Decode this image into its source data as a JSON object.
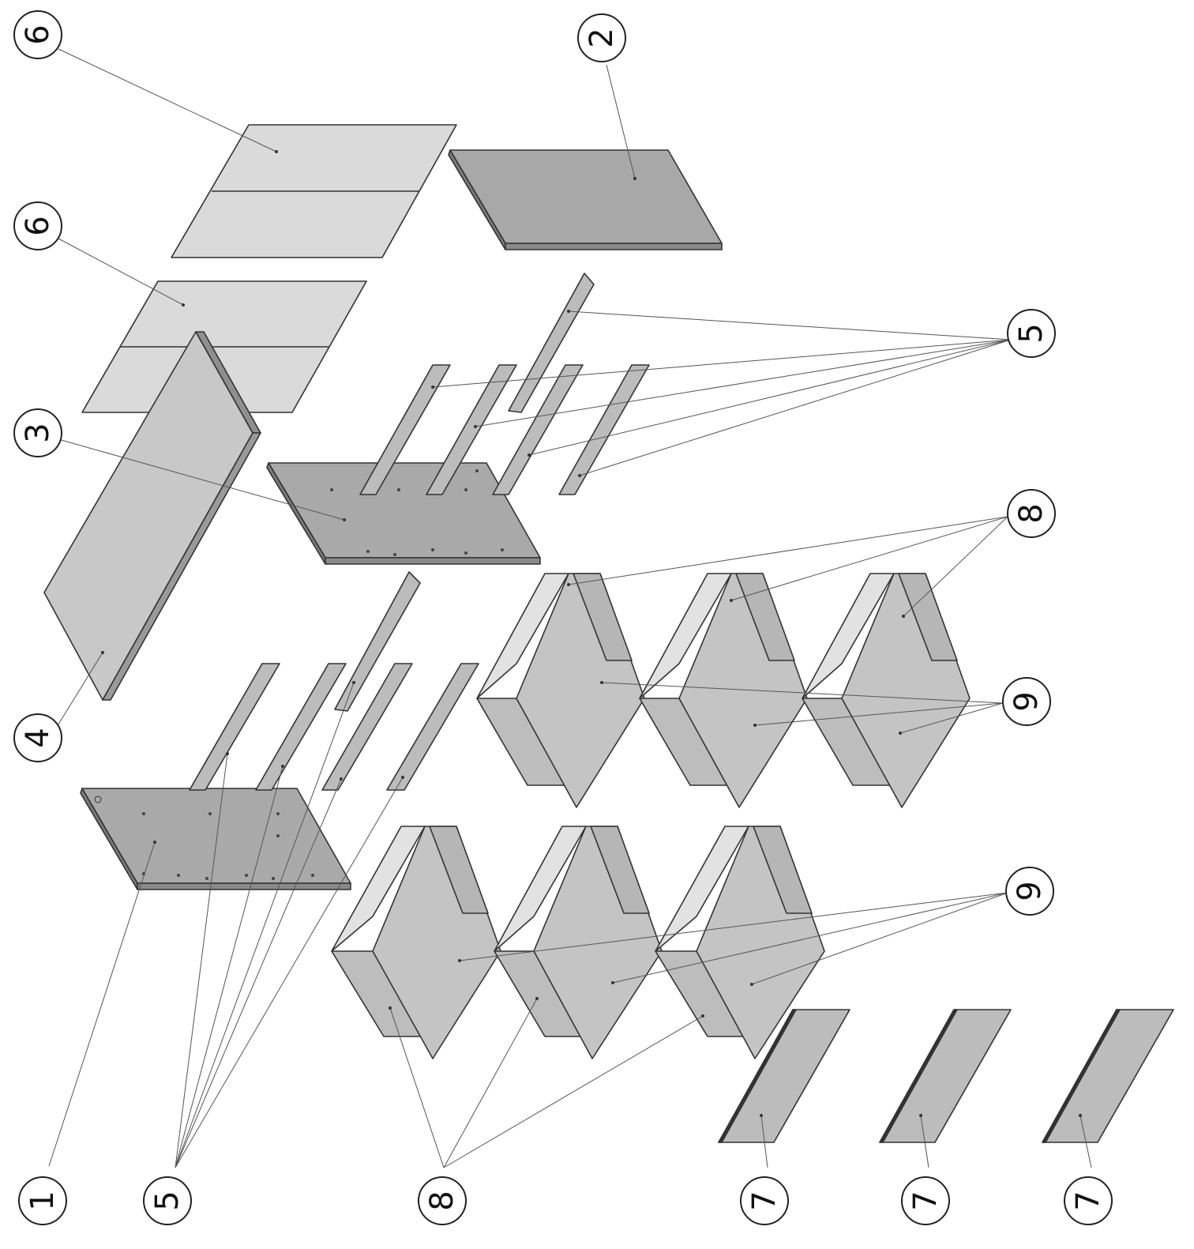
{
  "labels": {
    "part_1": "1",
    "part_2": "2",
    "part_3": "3",
    "part_4": "4",
    "part_5": "5",
    "part_6": "6",
    "part_7": "7",
    "part_8": "8",
    "part_9": "9"
  },
  "colors": {
    "light_panel": "#d9d9d9",
    "mid_panel": "#bdbdbd",
    "dark_panel": "#a6a6a6",
    "edge_dark": "#6f6f6f",
    "line": "#333333"
  }
}
